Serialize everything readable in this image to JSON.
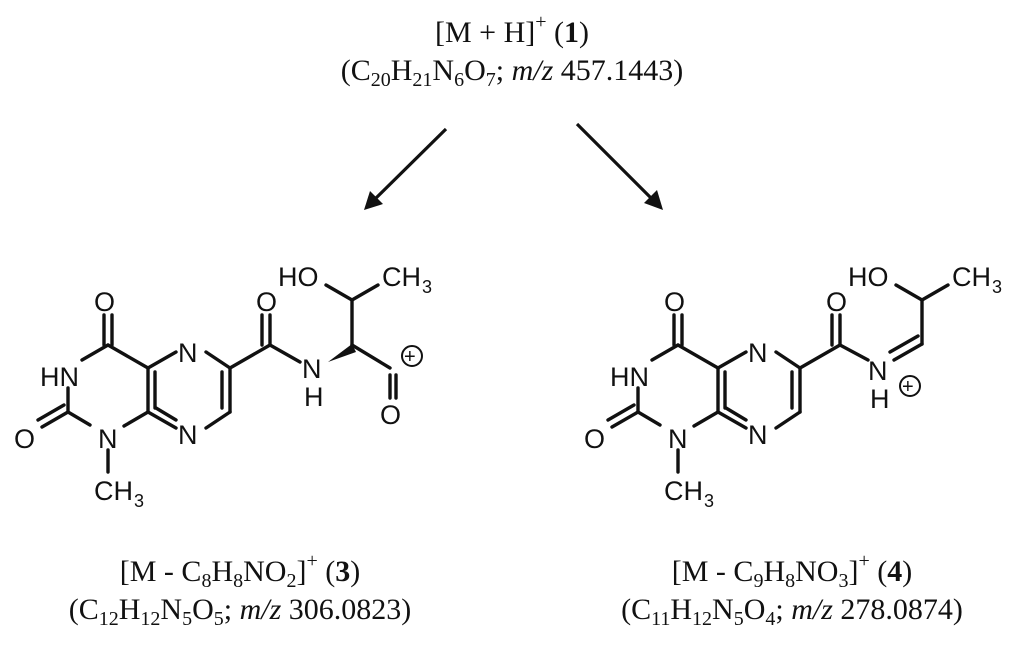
{
  "top_label": {
    "ion": "[M + H]",
    "charge": "+",
    "compound_number": "1",
    "formula": {
      "C": "20",
      "H": "21",
      "N": "6",
      "O": "7"
    },
    "mz_label": "m/z",
    "mz_value": "457.1443"
  },
  "left_label": {
    "ion_prefix": "[M - C",
    "loss": {
      "C": "8",
      "H": "8",
      "N_label": "NO",
      "O": "2"
    },
    "charge": "+",
    "compound_number": "3",
    "formula": {
      "C": "12",
      "H": "12",
      "N": "5",
      "O": "5"
    },
    "mz_label": "m/z",
    "mz_value": "306.0823"
  },
  "right_label": {
    "ion_prefix": "[M - C",
    "loss": {
      "C": "9",
      "H": "8",
      "N_label": "NO",
      "O": "3"
    },
    "charge": "+",
    "compound_number": "4",
    "formula": {
      "C": "11",
      "H": "12",
      "N": "5",
      "O": "4"
    },
    "mz_label": "m/z",
    "mz_value": "278.0874"
  },
  "atoms": {
    "O": "O",
    "N": "N",
    "HN": "HN",
    "H": "H",
    "HO": "HO",
    "CH": "CH",
    "three": "3",
    "plus": "+"
  }
}
